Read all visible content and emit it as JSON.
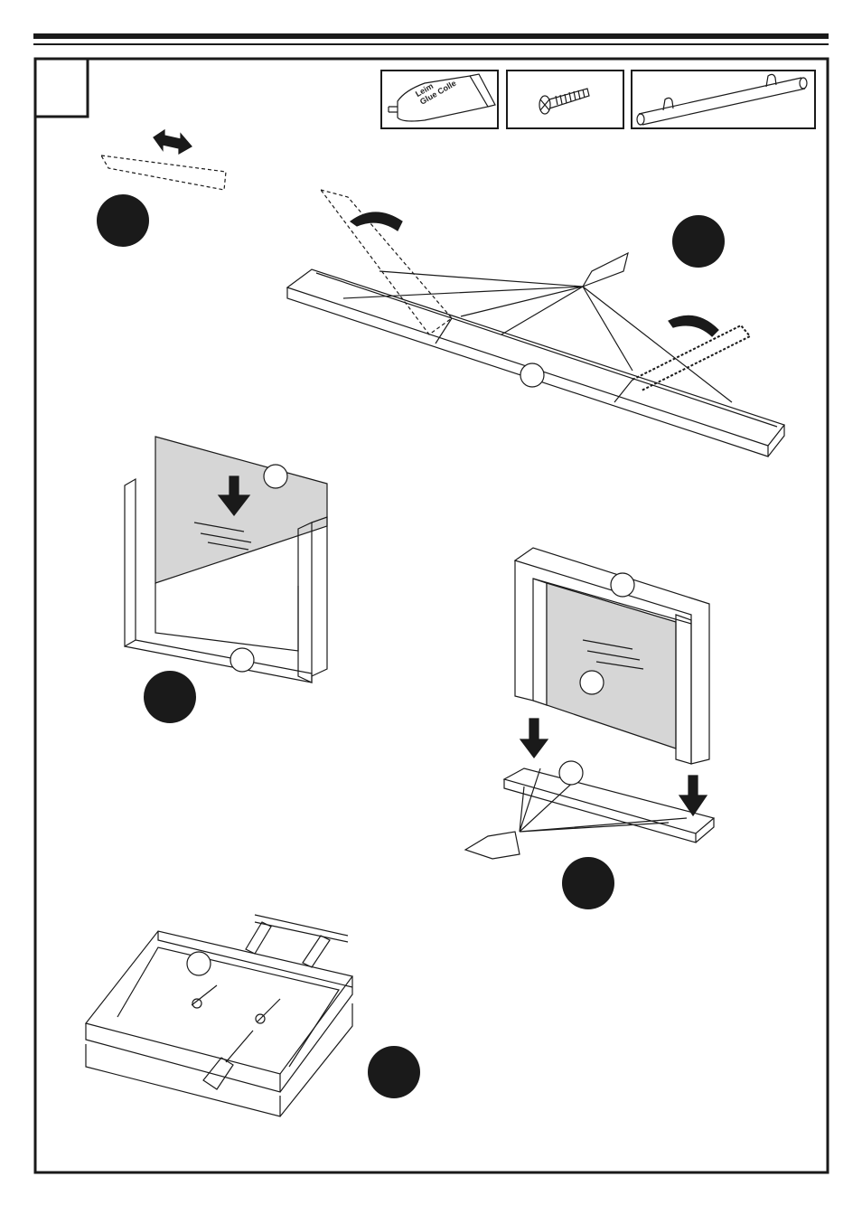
{
  "glue_tube": {
    "label_line1": "Leim",
    "label_line2": "Glue Colle"
  },
  "parts": [
    {
      "name": "glue-tube"
    },
    {
      "name": "screw"
    },
    {
      "name": "bar-handle"
    }
  ],
  "colors": {
    "ink": "#1a1a1a",
    "panel_fill": "#d6d6d6"
  }
}
